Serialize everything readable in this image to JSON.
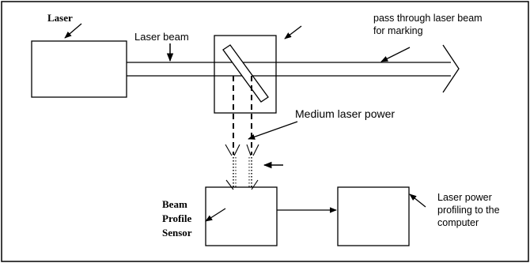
{
  "diagram": {
    "labels": {
      "laser": "Laser",
      "laser_beam": "Laser beam",
      "pass_through_line1": "pass through laser beam",
      "pass_through_line2": "for marking",
      "medium_power": "Medium laser power",
      "sensor_line1": "Beam",
      "sensor_line2": "Profile",
      "sensor_line3": "Sensor",
      "computer_line1": "Laser power",
      "computer_line2": "profiling to the",
      "computer_line3": "computer"
    },
    "colors": {
      "stroke": "#000000",
      "background": "#ffffff"
    }
  }
}
